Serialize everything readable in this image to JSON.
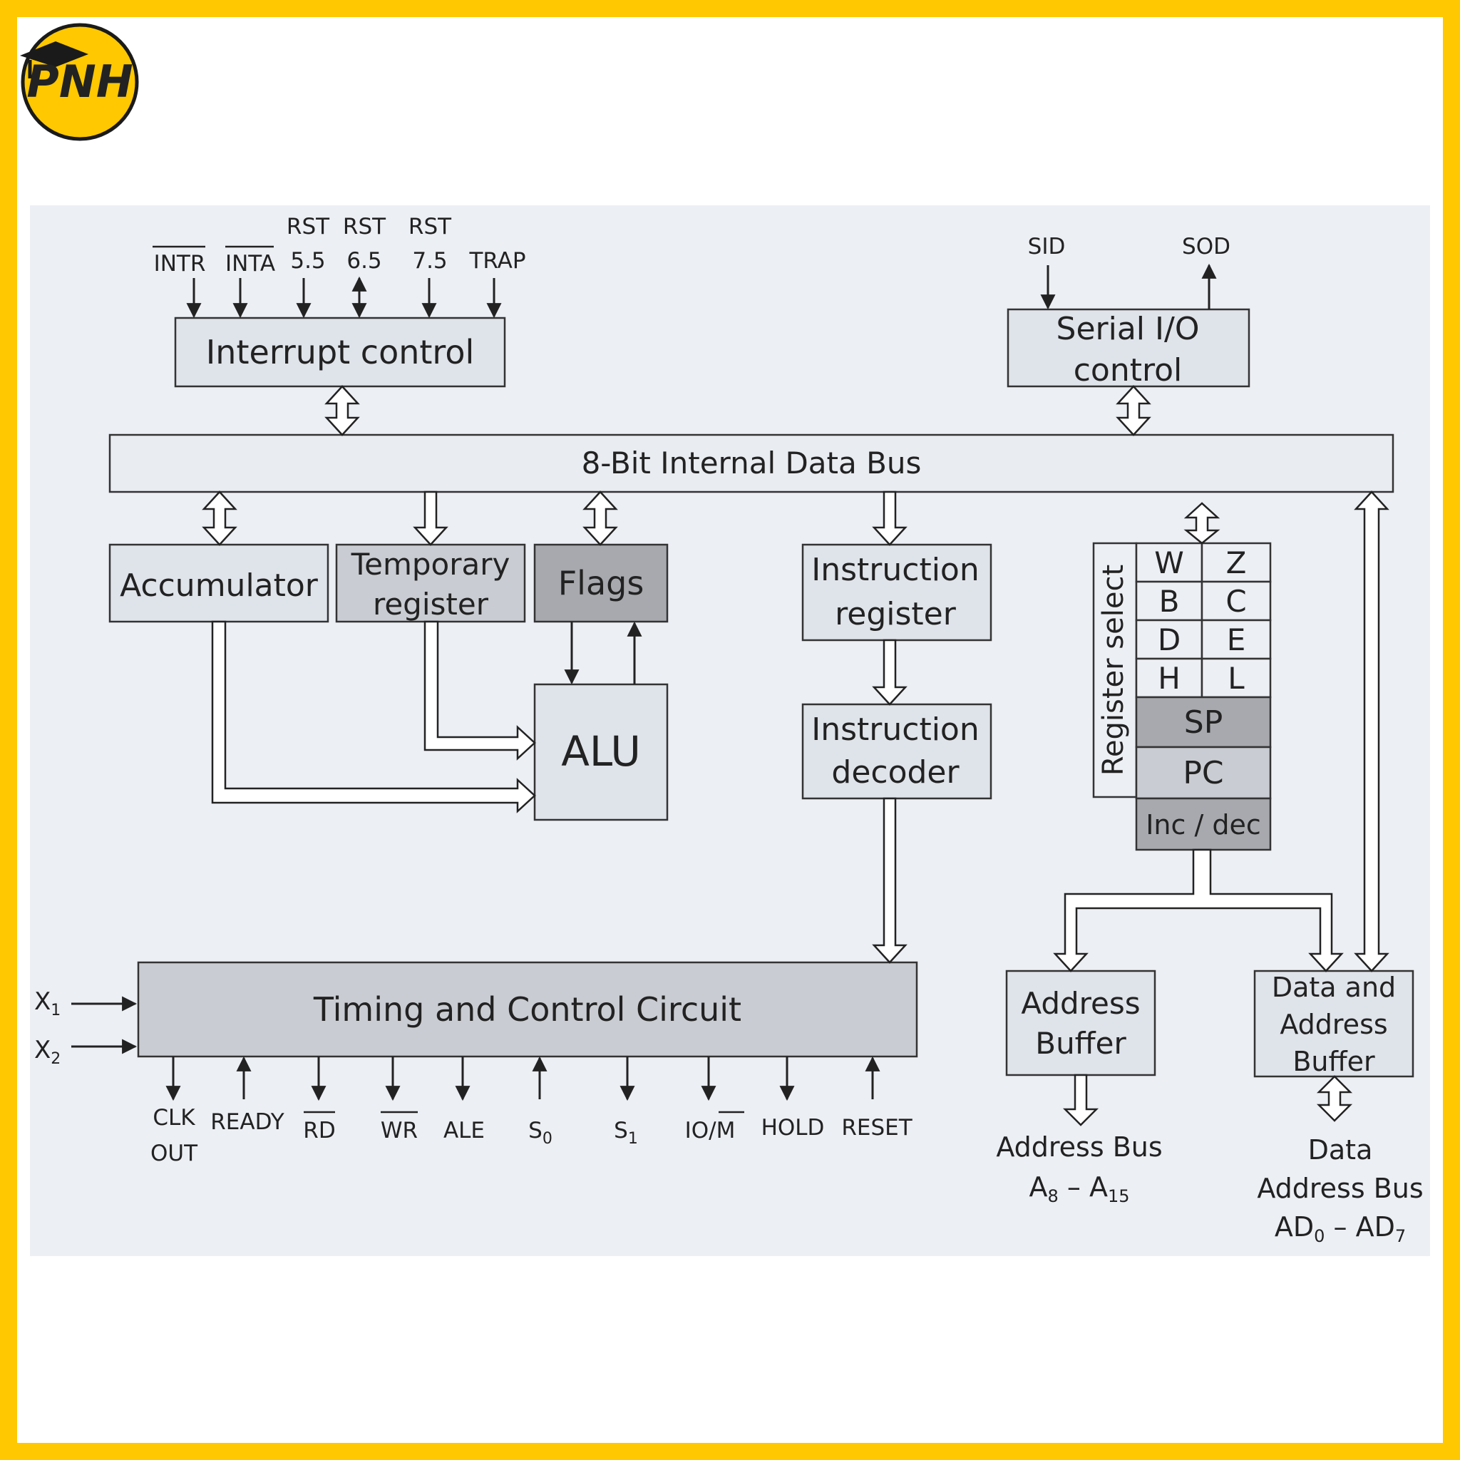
{
  "logo": {
    "text": "PNH",
    "accent_color": "#ffc800"
  },
  "colors": {
    "light_box": "#dfe3ea",
    "mid_box": "#c9ccd2",
    "dark_box": "#a7a9ae",
    "panel": "#eceff4",
    "stroke": "#333333"
  },
  "interrupt": {
    "title": "Interrupt control",
    "inputs": [
      {
        "line1": "",
        "line2": "INTR",
        "overbar": true
      },
      {
        "line1": "",
        "line2": "INTA",
        "overbar": true
      },
      {
        "line1": "RST",
        "line2": "5.5",
        "overbar": false
      },
      {
        "line1": "RST",
        "line2": "6.5",
        "overbar": false
      },
      {
        "line1": "RST",
        "line2": "7.5",
        "overbar": false
      },
      {
        "line1": "",
        "line2": "TRAP",
        "overbar": false
      }
    ]
  },
  "serial": {
    "title_line1": "Serial I/O",
    "title_line2": "control",
    "sid": "SID",
    "sod": "SOD"
  },
  "bus": {
    "title": "8-Bit Internal Data Bus"
  },
  "accumulator": {
    "title": "Accumulator"
  },
  "temp_register": {
    "line1": "Temporary",
    "line2": "register"
  },
  "flags": {
    "title": "Flags"
  },
  "alu": {
    "title": "ALU"
  },
  "instruction_register": {
    "line1": "Instruction",
    "line2": "register"
  },
  "instruction_decoder": {
    "line1": "Instruction",
    "line2": "decoder"
  },
  "register_array": {
    "select_label": "Register select",
    "pairs": [
      [
        "W",
        "Z"
      ],
      [
        "B",
        "C"
      ],
      [
        "D",
        "E"
      ],
      [
        "H",
        "L"
      ]
    ],
    "sp": "SP",
    "pc": "PC",
    "incdec": "Inc / dec"
  },
  "timing": {
    "title": "Timing and Control Circuit",
    "x1": "X",
    "x1_sub": "1",
    "x2": "X",
    "x2_sub": "2",
    "signals": {
      "clk_out_1": "CLK",
      "clk_out_2": "OUT",
      "ready": "READY",
      "rd": "RD",
      "wr": "WR",
      "ale": "ALE",
      "s0": "S",
      "s0_sub": "0",
      "s1": "S",
      "s1_sub": "1",
      "io_m_a": "IO/",
      "io_m_b": "M",
      "hold": "HOLD",
      "reset": "RESET"
    }
  },
  "address_buffer": {
    "line1": "Address",
    "line2": "Buffer"
  },
  "data_address_buffer": {
    "line1": "Data and",
    "line2": "Address",
    "line3": "Buffer"
  },
  "address_bus": {
    "line1": "Address Bus",
    "a": "A",
    "a_sub1": "8",
    "dash": " – A",
    "a_sub2": "15"
  },
  "data_bus_out": {
    "line1": "Data",
    "line2": "Address Bus",
    "a": "AD",
    "a_sub1": "0",
    "dash": " – AD",
    "a_sub2": "7"
  }
}
